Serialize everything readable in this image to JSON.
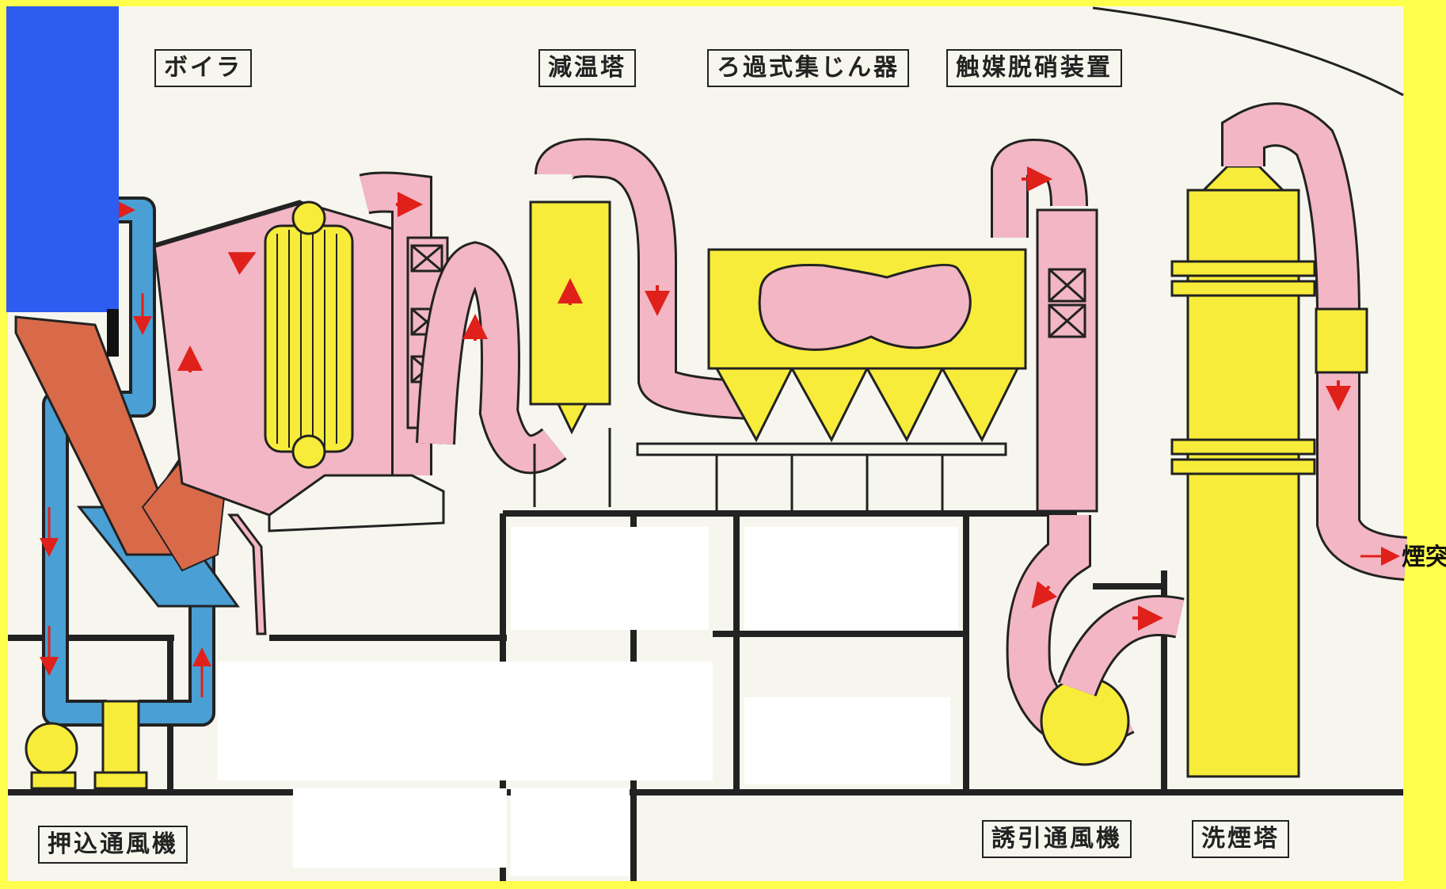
{
  "labels": {
    "boiler": "ボイラ",
    "cooling_tower": "減温塔",
    "bag_filter": "ろ過式集じん器",
    "denitrification": "触媒脱硝装置",
    "forced_draft_fan": "押込通風機",
    "induced_draft_fan": "誘引通風機",
    "scrubber": "洗煙塔",
    "chimney": "煙突"
  },
  "colors": {
    "background": "#ffff4d",
    "canvas": "#f7f6ee",
    "gas_duct": "#f3b6c4",
    "air_duct": "#4a9fd4",
    "equipment": "#f7ec3a",
    "furnace_waste": "#d86a4a",
    "outline": "#222222",
    "flow_arrow": "#e0201a",
    "mask_blue": "#2c5cf0"
  }
}
